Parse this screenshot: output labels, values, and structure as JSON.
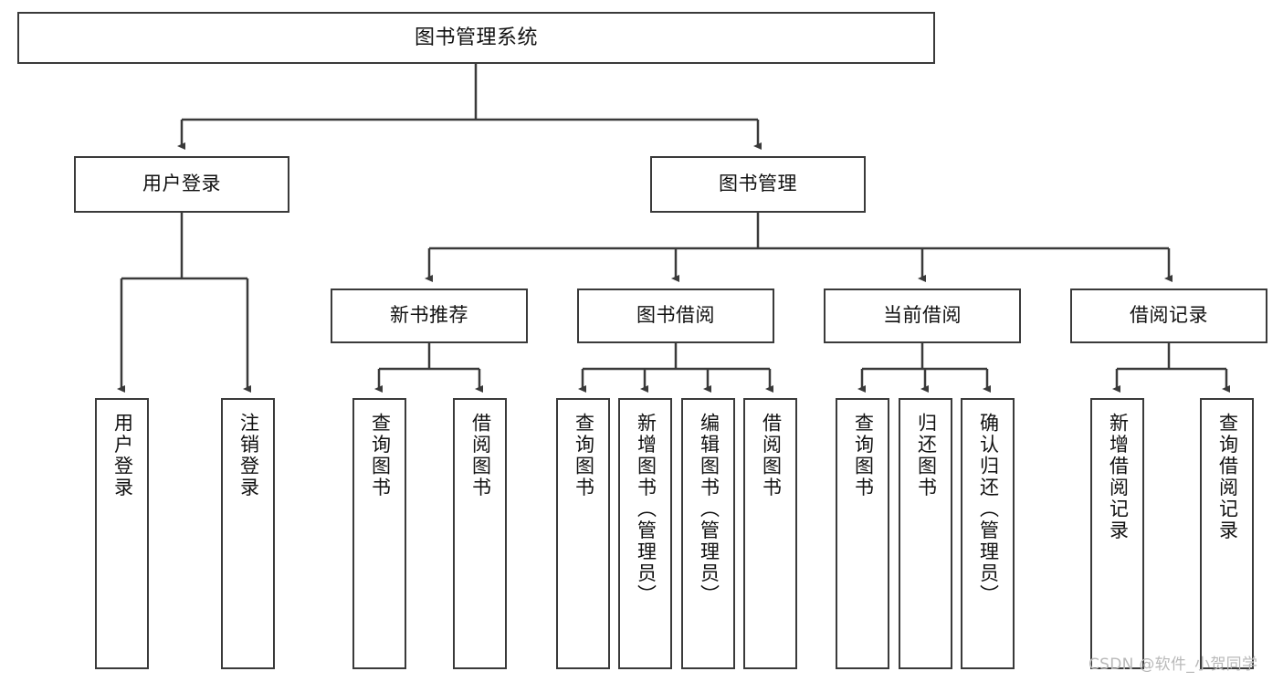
{
  "diagram": {
    "title": "图书管理系统",
    "type": "tree-hierarchy-chart",
    "root": {
      "id": "root",
      "label": "图书管理系统",
      "orientation": "horizontal"
    },
    "level2": [
      {
        "id": "user-login",
        "label": "用户登录",
        "orientation": "horizontal"
      },
      {
        "id": "book-management",
        "label": "图书管理",
        "orientation": "horizontal"
      }
    ],
    "level3": [
      {
        "id": "new-book-recommend",
        "label": "新书推荐",
        "orientation": "horizontal",
        "parent": "book-management"
      },
      {
        "id": "book-borrow",
        "label": "图书借阅",
        "orientation": "horizontal",
        "parent": "book-management"
      },
      {
        "id": "current-borrow",
        "label": "当前借阅",
        "orientation": "horizontal",
        "parent": "book-management"
      },
      {
        "id": "borrow-record",
        "label": "借阅记录",
        "orientation": "horizontal",
        "parent": "book-management"
      }
    ],
    "leaves": [
      {
        "id": "leaf-user-login",
        "label": "用户登录",
        "parent": "user-login"
      },
      {
        "id": "leaf-logout-login",
        "label": "注销登录",
        "parent": "user-login"
      },
      {
        "id": "leaf-query-book-1",
        "label": "查询图书",
        "parent": "new-book-recommend"
      },
      {
        "id": "leaf-borrow-book-1",
        "label": "借阅图书",
        "parent": "new-book-recommend"
      },
      {
        "id": "leaf-query-book-2",
        "label": "查询图书",
        "parent": "book-borrow"
      },
      {
        "id": "leaf-add-book",
        "label": "新增图书（管理员）",
        "parent": "book-borrow"
      },
      {
        "id": "leaf-edit-book",
        "label": "编辑图书（管理员）",
        "parent": "book-borrow"
      },
      {
        "id": "leaf-borrow-book-2",
        "label": "借阅图书",
        "parent": "book-borrow"
      },
      {
        "id": "leaf-query-book-3",
        "label": "查询图书",
        "parent": "current-borrow"
      },
      {
        "id": "leaf-return-book",
        "label": "归还图书",
        "parent": "current-borrow"
      },
      {
        "id": "leaf-confirm-return",
        "label": "确认归还（管理员）",
        "parent": "current-borrow"
      },
      {
        "id": "leaf-add-record",
        "label": "新增借阅记录",
        "parent": "borrow-record"
      },
      {
        "id": "leaf-query-record",
        "label": "查询借阅记录",
        "parent": "borrow-record"
      }
    ],
    "colors": {
      "stroke": "#3a3a3a",
      "fill": "#ffffff",
      "text": "#111111",
      "watermark": "#b9b9b9"
    }
  },
  "watermark": {
    "text": "CSDN @软件_小贺同学"
  }
}
